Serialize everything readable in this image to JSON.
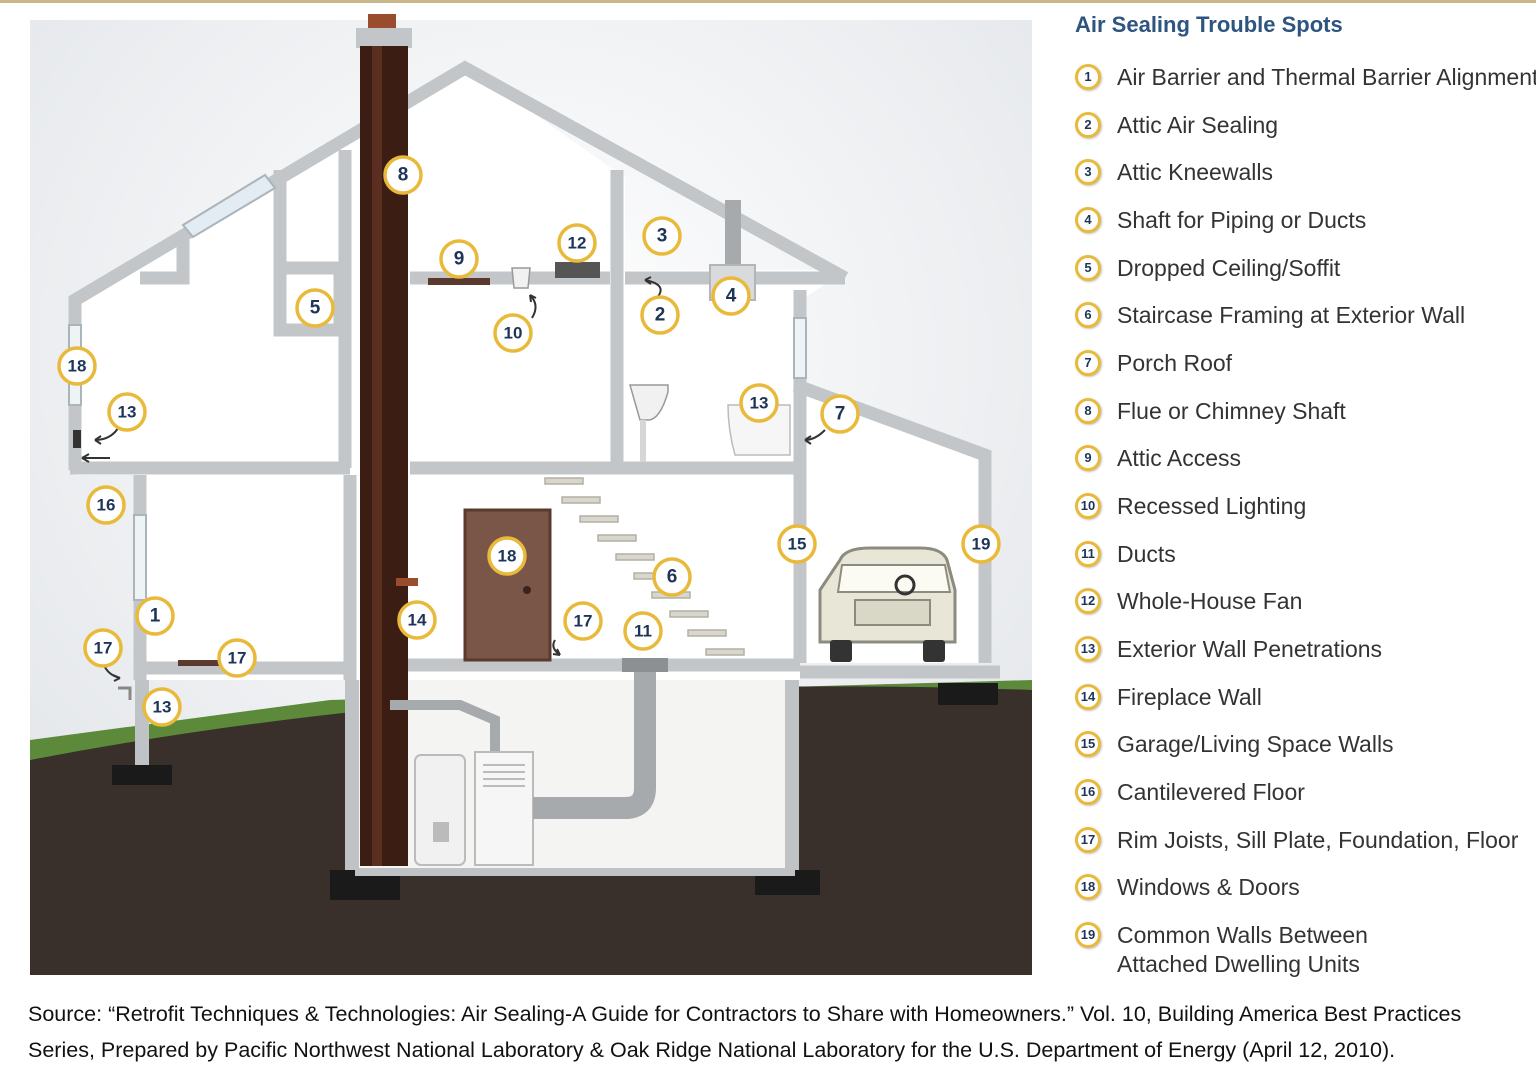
{
  "legend": {
    "title": "Air Sealing Trouble Spots",
    "items": [
      {
        "num": "1",
        "label": "Air Barrier and Thermal Barrier Alignment"
      },
      {
        "num": "2",
        "label": "Attic Air Sealing"
      },
      {
        "num": "3",
        "label": "Attic Kneewalls"
      },
      {
        "num": "4",
        "label": "Shaft for Piping or Ducts"
      },
      {
        "num": "5",
        "label": "Dropped Ceiling/Soffit"
      },
      {
        "num": "6",
        "label": "Staircase Framing at Exterior Wall"
      },
      {
        "num": "7",
        "label": "Porch Roof"
      },
      {
        "num": "8",
        "label": "Flue or Chimney Shaft"
      },
      {
        "num": "9",
        "label": "Attic Access"
      },
      {
        "num": "10",
        "label": "Recessed Lighting"
      },
      {
        "num": "11",
        "label": "Ducts"
      },
      {
        "num": "12",
        "label": "Whole-House Fan"
      },
      {
        "num": "13",
        "label": "Exterior Wall Penetrations"
      },
      {
        "num": "14",
        "label": "Fireplace Wall"
      },
      {
        "num": "15",
        "label": "Garage/Living Space Walls"
      },
      {
        "num": "16",
        "label": "Cantilevered Floor"
      },
      {
        "num": "17",
        "label": "Rim Joists, Sill Plate, Foundation, Floor"
      },
      {
        "num": "18",
        "label": "Windows & Doors"
      },
      {
        "num": "19",
        "label": "Common Walls Between",
        "label2": "Attached Dwelling Units"
      }
    ]
  },
  "callouts": [
    "1",
    "2",
    "3",
    "4",
    "5",
    "6",
    "7",
    "8",
    "9",
    "10",
    "11",
    "12",
    "13",
    "13",
    "13",
    "14",
    "15",
    "16",
    "17",
    "17",
    "17",
    "18",
    "18",
    "19"
  ],
  "source": {
    "line1": "Source: “Retrofit Techniques & Technologies: Air Sealing-A Guide for Contractors to Share with Homeowners.” Vol. 10, Building America Best Practices",
    "line2": "Series, Prepared by Pacific Northwest National Laboratory & Oak Ridge National Laboratory for the U.S. Department of Energy (April 12, 2010)."
  }
}
